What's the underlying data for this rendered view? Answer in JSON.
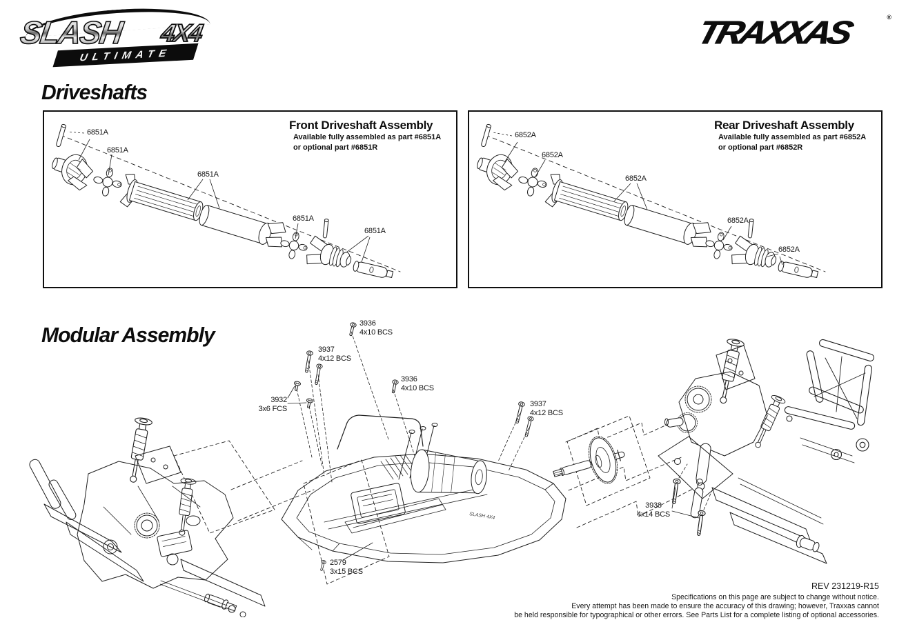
{
  "colors": {
    "ink": "#1f1f1f",
    "paper": "#ffffff"
  },
  "header": {
    "slash_logo": {
      "main": "SLASH",
      "four_by_four": "4X4",
      "sub": "ULTIMATE"
    },
    "traxxas_logo": "TRAXXAS",
    "traxxas_reg": "®"
  },
  "sections": {
    "driveshafts": {
      "title": "Driveshafts",
      "front_box": {
        "title": "Front Driveshaft Assembly",
        "subtitle1": "Available fully assembled as part #6851A",
        "subtitle2": "or optional part #6851R",
        "labels": [
          "6851A",
          "6851A",
          "6851A",
          "6851A",
          "6851A"
        ]
      },
      "rear_box": {
        "title": "Rear Driveshaft Assembly",
        "subtitle1": "Available fully assembled as part #6852A",
        "subtitle2": "or optional part #6852R",
        "labels": [
          "6852A",
          "6852A",
          "6852A",
          "6852A",
          "6852A"
        ]
      }
    },
    "modular": {
      "title": "Modular Assembly",
      "chassis_print": "SLASH 4X4",
      "labels": [
        {
          "part": "3936",
          "spec": "4x10 BCS"
        },
        {
          "part": "3937",
          "spec": "4x12 BCS"
        },
        {
          "part": "3932",
          "spec": "3x6 FCS"
        },
        {
          "part": "3936",
          "spec": "4x10 BCS"
        },
        {
          "part": "3937",
          "spec": "4x12 BCS"
        },
        {
          "part": "3938",
          "spec": "4x14 BCS"
        },
        {
          "part": "2579",
          "spec": "3x15 BCS"
        }
      ]
    }
  },
  "footer": {
    "rev": "REV 231219-R15",
    "lines": [
      "Specifications on this page are subject to change without notice.",
      "Every attempt has been made to ensure the accuracy of this drawing; however, Traxxas cannot",
      "be held responsible for typographical or other errors. See Parts List for a complete listing of optional accessories."
    ]
  }
}
